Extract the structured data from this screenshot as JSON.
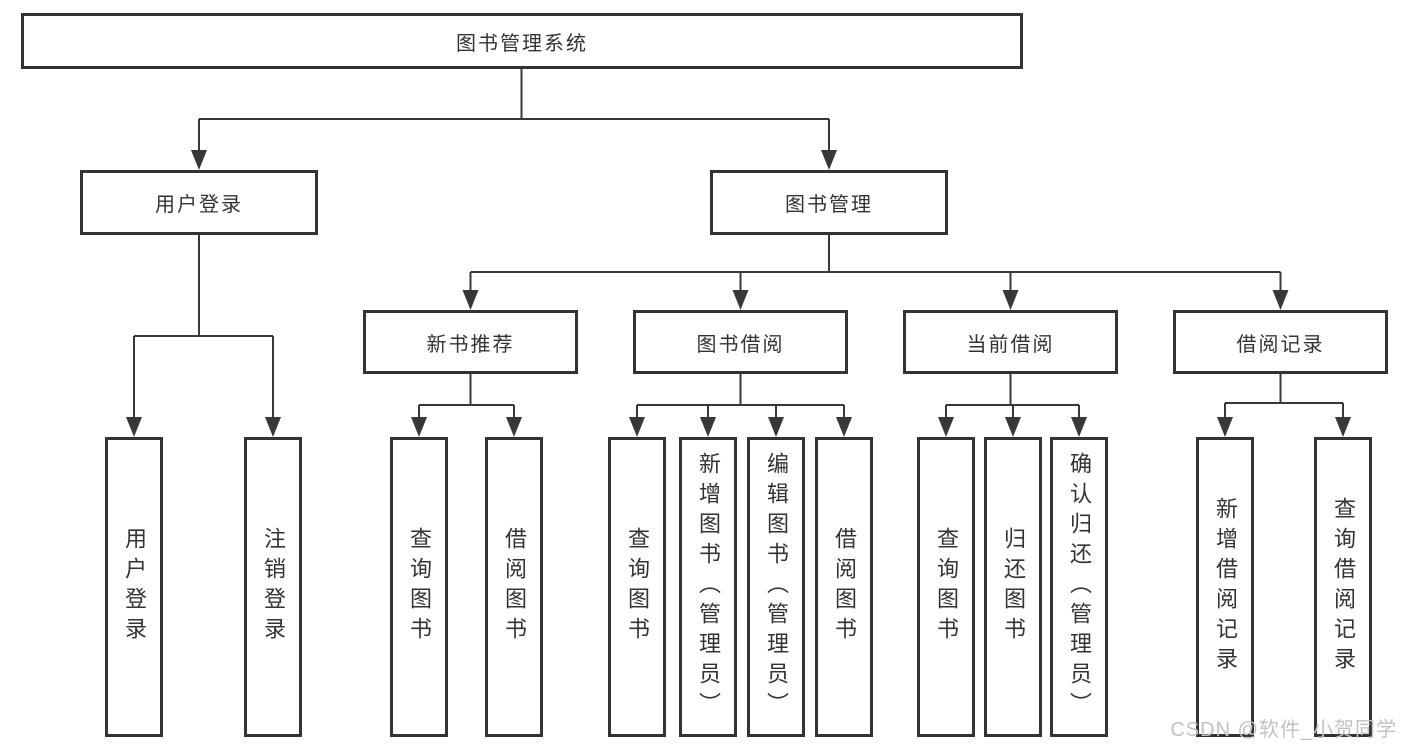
{
  "diagram": {
    "root": {
      "label": "图书管理系统"
    },
    "level2": [
      {
        "label": "用户登录"
      },
      {
        "label": "图书管理"
      }
    ],
    "level3": [
      {
        "label": "新书推荐"
      },
      {
        "label": "图书借阅"
      },
      {
        "label": "当前借阅"
      },
      {
        "label": "借阅记录"
      }
    ],
    "leaves": [
      {
        "label": "用户登录",
        "parent": "用户登录"
      },
      {
        "label": "注销登录",
        "parent": "用户登录"
      },
      {
        "label": "查询图书",
        "parent": "新书推荐"
      },
      {
        "label": "借阅图书",
        "parent": "新书推荐"
      },
      {
        "label": "查询图书",
        "parent": "图书借阅"
      },
      {
        "label": "新增图书（管理员）",
        "parent": "图书借阅"
      },
      {
        "label": "编辑图书（管理员）",
        "parent": "图书借阅"
      },
      {
        "label": "借阅图书",
        "parent": "图书借阅"
      },
      {
        "label": "查询图书",
        "parent": "当前借阅"
      },
      {
        "label": "归还图书",
        "parent": "当前借阅"
      },
      {
        "label": "确认归还（管理员）",
        "parent": "当前借阅"
      },
      {
        "label": "新增借阅记录",
        "parent": "借阅记录"
      },
      {
        "label": "查询借阅记录",
        "parent": "借阅记录"
      }
    ]
  },
  "watermark": {
    "text": "CSDN @软件_小贺同学"
  },
  "colors": {
    "line": "#383838",
    "box_border": "#333333",
    "text": "#333333",
    "watermark": "#c2c2c2",
    "background": "#ffffff"
  }
}
